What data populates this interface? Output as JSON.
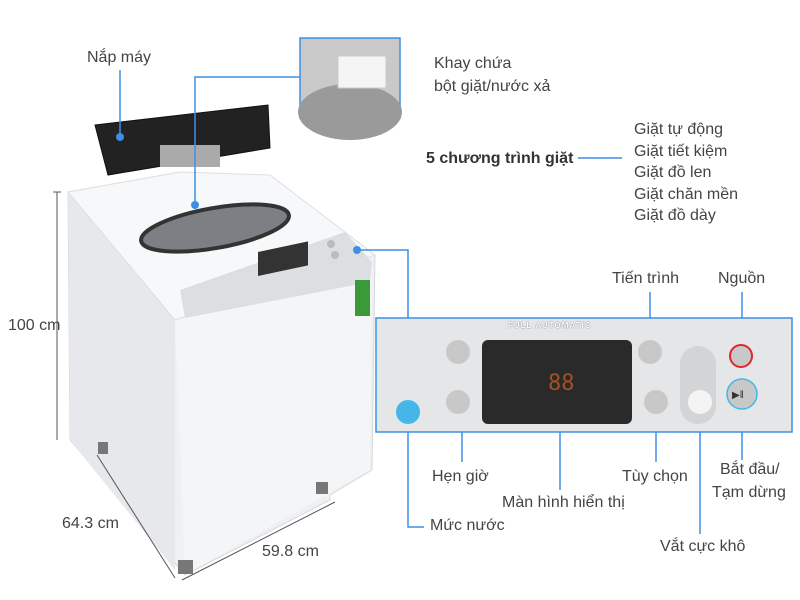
{
  "labels": {
    "lid": "Nắp máy",
    "detergent_tray_line1": "Khay chứa",
    "detergent_tray_line2": "bột giặt/nước xả",
    "programs_title": "5 chương trình giặt",
    "programs": [
      "Giặt tự động",
      "Giặt tiết kiệm",
      "Giặt đồ len",
      "Giặt chăn mền",
      "Giặt đồ dày"
    ],
    "progress": "Tiến trình",
    "power": "Nguồn",
    "timer": "Hẹn giờ",
    "display": "Màn hình hiển thị",
    "options": "Tùy chọn",
    "start_pause_line1": "Bắt đầu/",
    "start_pause_line2": "Tạm dừng",
    "water_level": "Mức nước",
    "extra_spin": "Vắt cực khô"
  },
  "dimensions": {
    "height": "100 cm",
    "depth": "64.3 cm",
    "width": "59.8 cm"
  },
  "panel": {
    "brand_text": "FULL AUTOMATIC",
    "display_digits": "88"
  },
  "colors": {
    "accent": "#3d8fe6",
    "text": "#444444",
    "power_ring": "#e0252b"
  }
}
